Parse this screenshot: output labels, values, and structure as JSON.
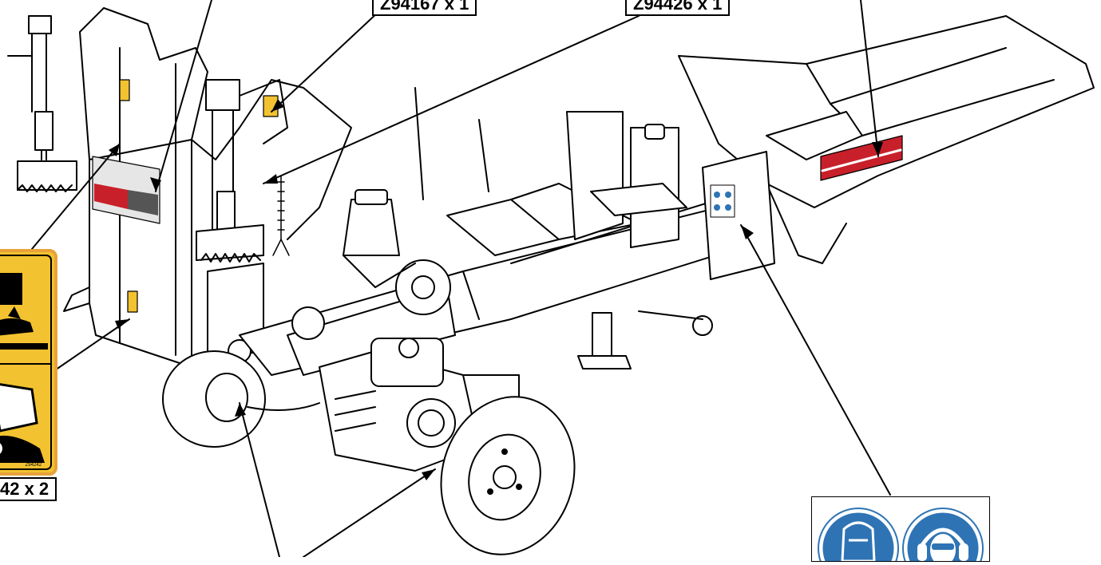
{
  "callouts": {
    "top_center_label": "Z94167 x 1",
    "top_right_label": "Z94426 x 1",
    "left_label": "42 x 2"
  },
  "warning_decal": {
    "small_text": "Z94242"
  },
  "decal_colors": {
    "warning_yellow": "#f2c230",
    "warning_border": "#e8a23a",
    "mandatory_blue": "#2e74b5",
    "logo_red": "#c8202a"
  },
  "ppe_icons": [
    "face-shield-icon",
    "ear-protection-icon"
  ]
}
